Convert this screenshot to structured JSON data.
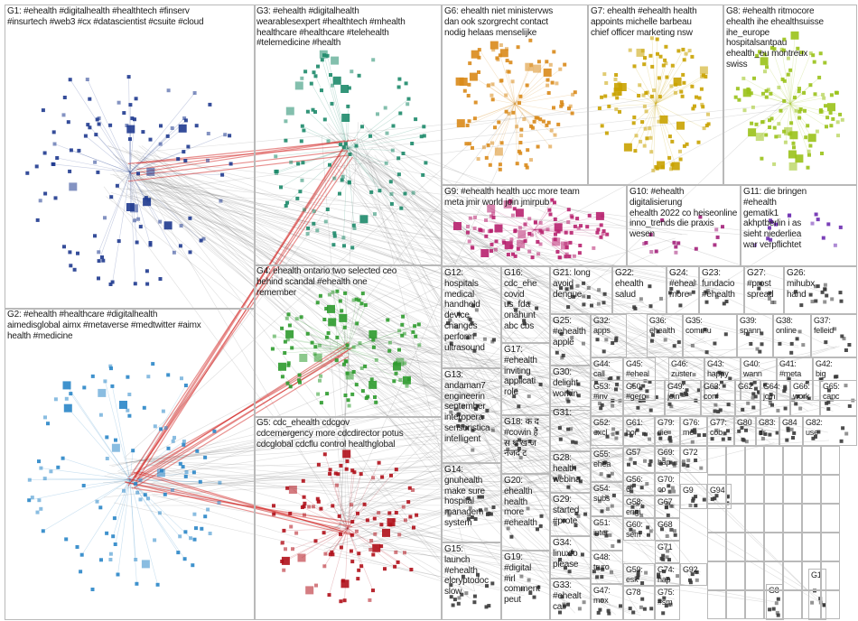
{
  "graph": {
    "groups": [
      {
        "id": "G1",
        "label": "G1: #ehealth #digitalhealth #healthtech #finserv\n#insurtech #web3 #cx #datascientist #csuite #cloud",
        "color": "#1f3a8f"
      },
      {
        "id": "G2",
        "label": "G2: #ehealth #healthcare #digitalhealth\naimedisglobal aimx #metaverse #medtwitter #aimx\nhealth #medicine",
        "color": "#2a86c8"
      },
      {
        "id": "G3",
        "label": "G3: #ehealth #digitalhealth\nwearablesexpert #healthtech #mhealth\nhealthcare #healthcare #telehealth\n#telemedicine #health",
        "color": "#1d8a6a"
      },
      {
        "id": "G4",
        "label": "G4: ehealth ontario two selected ceo\nbehind scandal #ehealth one\nremember",
        "color": "#2e9b2e"
      },
      {
        "id": "G5",
        "label": "G5: cdc_ehealth cdcgov\ncdcemergency more cdcdirector potus\ncdcglobal cdcflu control healthglobal",
        "color": "#b0101a"
      },
      {
        "id": "G6",
        "label": "G6: ehealth niet ministervws\ndan ook szorgrecht contact\nnodig helaas menselijke",
        "color": "#d98a1a"
      },
      {
        "id": "G7",
        "label": "G7: ehealth #ehealth health\nappoints michelle barbeau\nchief officer marketing nsw",
        "color": "#c9a200"
      },
      {
        "id": "G8",
        "label": "G8: #ehealth ritmocore\nehealth ihe ehealthsuisse\nihe_europe\nhospitalsantpau\nehealth_eu montreux\nswiss",
        "color": "#9ac21a"
      },
      {
        "id": "G9",
        "label": "G9: #ehealth health ucc more team\nmeta jmir world join jmirpub",
        "color": "#b8226f"
      },
      {
        "id": "G10",
        "label": "G10: #ehealth digitalisierung\nehealth 2022 co heiseonline\ninno_trends die praxis\nwesen",
        "color": "#a3207a"
      },
      {
        "id": "G11",
        "label": "G11: die bringen\n#ehealth\ngematik1\nakhptberlin i as\nsieht niederliea\nwar verpflichtet",
        "color": "#6b2bb0"
      },
      {
        "id": "G12",
        "label": "G12:\nhospitals\nmedical\nhandheld\ndevice\nchanges\nperform\nultrasound",
        "color": "#3a3a3a"
      },
      {
        "id": "G13",
        "label": "G13:\nandaman7\nengineerin\nseptember\ninteropera\nsensoristica\nintelligent",
        "color": "#3a3a3a"
      },
      {
        "id": "G14",
        "label": "G14:\ngnuhealth\nmake sure\nhospital\nmanagem\nsystem",
        "color": "#3a3a3a"
      },
      {
        "id": "G15",
        "label": "G15:\nlaunch\n#ehealth\nelcryptodoc\nslow",
        "color": "#3a3a3a"
      },
      {
        "id": "G16",
        "label": "G16:\ncdc_ehe\ncovid\nus_fda\nonahunt\nabc cbs",
        "color": "#3a3a3a"
      },
      {
        "id": "G17",
        "label": "G17:\n#ehealth\ninviting\napplicati\nrole",
        "color": "#3a3a3a"
      },
      {
        "id": "G18",
        "label": "G18: क द\n#cowin है\nस थ ख ज\nनजद ट",
        "color": "#3a3a3a"
      },
      {
        "id": "G19",
        "label": "G19:\n#digital\n#irl\ncomment\npeut",
        "color": "#3a3a3a"
      },
      {
        "id": "G20",
        "label": "G20:\nehealth\nhealth\nmore\n#ehealth",
        "color": "#3a3a3a"
      },
      {
        "id": "G21",
        "label": "G21: long\navoid\ndengue",
        "color": "#3a3a3a"
      },
      {
        "id": "G22",
        "label": "G22:\nehealth\nsalud",
        "color": "#3a3a3a"
      },
      {
        "id": "G23",
        "label": "G23:\nfundacio\n#ehealth",
        "color": "#3a3a3a"
      },
      {
        "id": "G24",
        "label": "G24:\n#ehealth,\nmore",
        "color": "#3a3a3a"
      },
      {
        "id": "G25",
        "label": "G25:\n#ehealth\napple",
        "color": "#3a3a3a"
      },
      {
        "id": "G26",
        "label": "G26:\nmihubx\nhand",
        "color": "#3a3a3a"
      },
      {
        "id": "G27",
        "label": "G27:\n#prost\nspread",
        "color": "#3a3a3a"
      },
      {
        "id": "G28",
        "label": "G28:\nhealth\nwebina",
        "color": "#3a3a3a"
      },
      {
        "id": "G29",
        "label": "G29:\nstarted\n#prote",
        "color": "#3a3a3a"
      },
      {
        "id": "G30",
        "label": "G30:\ndelight\nworkin",
        "color": "#3a3a3a"
      },
      {
        "id": "G31",
        "label": "G31:",
        "color": "#3a3a3a"
      },
      {
        "id": "G32",
        "label": "G32:\napps",
        "color": "#3a3a3a"
      },
      {
        "id": "G33",
        "label": "G33:\n#ehealt\ncall",
        "color": "#3a3a3a"
      },
      {
        "id": "G34",
        "label": "G34:\nlinuxfo\nplease",
        "color": "#3a3a3a"
      },
      {
        "id": "G35",
        "label": "G35:\ncommu",
        "color": "#3a3a3a"
      },
      {
        "id": "G36",
        "label": "G36:\nehealth",
        "color": "#3a3a3a"
      },
      {
        "id": "G37",
        "label": "G37:\nfelleid",
        "color": "#3a3a3a"
      },
      {
        "id": "G38",
        "label": "G38:\nonline",
        "color": "#3a3a3a"
      },
      {
        "id": "G39",
        "label": "G39:\nspann",
        "color": "#3a3a3a"
      },
      {
        "id": "G40",
        "label": "G40:\nwann",
        "color": "#3a3a3a"
      },
      {
        "id": "G41",
        "label": "G41:\n#meta",
        "color": "#3a3a3a"
      },
      {
        "id": "G42",
        "label": "G42:\nbig",
        "color": "#3a3a3a"
      },
      {
        "id": "G43",
        "label": "G43:\nhappy",
        "color": "#3a3a3a"
      },
      {
        "id": "G44",
        "label": "G44:\ncall",
        "color": "#3a3a3a"
      },
      {
        "id": "G45",
        "label": "G45:\n#eheal",
        "color": "#3a3a3a"
      },
      {
        "id": "G46",
        "label": "G46:\nzuster",
        "color": "#3a3a3a"
      },
      {
        "id": "G47",
        "label": "G47:\nmox",
        "color": "#3a3a3a"
      },
      {
        "id": "G48",
        "label": "G48:\ntruro",
        "color": "#3a3a3a"
      },
      {
        "id": "G49",
        "label": "G49:\njoin",
        "color": "#3a3a3a"
      },
      {
        "id": "G50",
        "label": "G50:\n#gero",
        "color": "#3a3a3a"
      },
      {
        "id": "G51",
        "label": "G51:\ninter",
        "color": "#3a3a3a"
      },
      {
        "id": "G52",
        "label": "G52:\nexcl",
        "color": "#3a3a3a"
      },
      {
        "id": "G53",
        "label": "G53:\n#inv",
        "color": "#3a3a3a"
      },
      {
        "id": "G54",
        "label": "G54:\nsubs",
        "color": "#3a3a3a"
      },
      {
        "id": "G55",
        "label": "G55:\nehea",
        "color": "#3a3a3a"
      },
      {
        "id": "G56",
        "label": "G56:\n6º",
        "color": "#3a3a3a"
      },
      {
        "id": "G57",
        "label": "G57",
        "color": "#3a3a3a"
      },
      {
        "id": "G58",
        "label": "G58:\nengi",
        "color": "#3a3a3a"
      },
      {
        "id": "G59",
        "label": "G59:\nesk",
        "color": "#3a3a3a"
      },
      {
        "id": "G60",
        "label": "G60:\nsem",
        "color": "#3a3a3a"
      },
      {
        "id": "G61",
        "label": "G61:\nbor",
        "color": "#3a3a3a"
      },
      {
        "id": "G62",
        "label": "G62",
        "color": "#3a3a3a"
      },
      {
        "id": "G63",
        "label": "G63:\nconf",
        "color": "#3a3a3a"
      },
      {
        "id": "G64",
        "label": "G64:\njoin",
        "color": "#3a3a3a"
      },
      {
        "id": "G65",
        "label": "G65:\ncanc",
        "color": "#3a3a3a"
      },
      {
        "id": "G66",
        "label": "G66:\nwork",
        "color": "#3a3a3a"
      },
      {
        "id": "G67",
        "label": "G67",
        "color": "#3a3a3a"
      },
      {
        "id": "G68",
        "label": "G68",
        "color": "#3a3a3a"
      },
      {
        "id": "G69",
        "label": "G69:\nhap",
        "color": "#3a3a3a"
      },
      {
        "id": "G70",
        "label": "G70:\nco",
        "color": "#3a3a3a"
      },
      {
        "id": "G71",
        "label": "G71",
        "color": "#3a3a3a"
      },
      {
        "id": "G72",
        "label": "G72",
        "color": "#3a3a3a"
      },
      {
        "id": "G74",
        "label": "G74:\nhap",
        "color": "#3a3a3a"
      },
      {
        "id": "G75",
        "label": "G75:\n#sm",
        "color": "#3a3a3a"
      },
      {
        "id": "G76",
        "label": "G76:\nme",
        "color": "#3a3a3a"
      },
      {
        "id": "G77",
        "label": "G77:\ncob",
        "color": "#3a3a3a"
      },
      {
        "id": "G78",
        "label": "G78",
        "color": "#3a3a3a"
      },
      {
        "id": "G79",
        "label": "G79:\ndie",
        "color": "#3a3a3a"
      },
      {
        "id": "G80",
        "label": "G80",
        "color": "#3a3a3a"
      },
      {
        "id": "G82",
        "label": "G82:\nuse",
        "color": "#3a3a3a"
      },
      {
        "id": "G83",
        "label": "G83:\ndr",
        "color": "#3a3a3a"
      },
      {
        "id": "G84",
        "label": "G84",
        "color": "#3a3a3a"
      },
      {
        "id": "G92",
        "label": "G92",
        "color": "#3a3a3a"
      },
      {
        "id": "G94",
        "label": "G94",
        "color": "#3a3a3a"
      },
      {
        "id": "G1x",
        "label": "G1",
        "color": "#3a3a3a"
      },
      {
        "id": "G8x",
        "label": "G8",
        "color": "#3a3a3a"
      },
      {
        "id": "G9x",
        "label": "G9",
        "color": "#3a3a3a"
      }
    ]
  }
}
